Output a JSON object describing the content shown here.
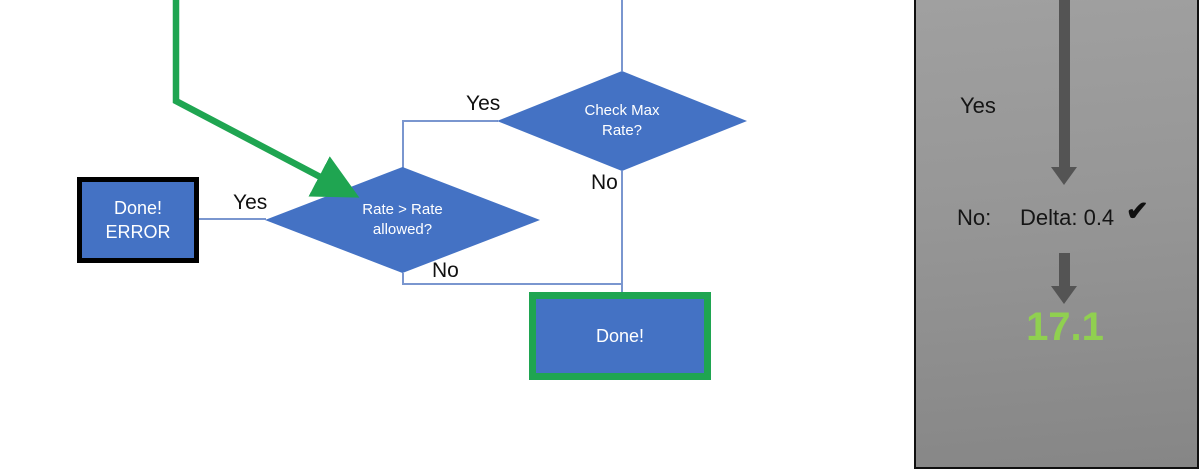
{
  "flowchart": {
    "decision_check_max": {
      "line1": "Check Max",
      "line2": "Rate?"
    },
    "decision_rate_allowed": {
      "line1": "Rate > Rate",
      "line2": "allowed?"
    },
    "box_done_error": {
      "line1": "Done!",
      "line2": "ERROR"
    },
    "box_done": {
      "label": "Done!"
    },
    "labels": {
      "yes_check_max": "Yes",
      "no_check_max": "No",
      "yes_rate": "Yes",
      "no_rate": "No"
    }
  },
  "panel": {
    "yes_label": "Yes",
    "no_label": "No:",
    "delta_label": "Delta: 0.4",
    "check_icon": "✔",
    "result_value": "17.1"
  },
  "colors": {
    "shape_blue": "#4472C4",
    "connector_blue": "#7a96cf",
    "green_accent": "#1FA551",
    "result_green": "#90D050",
    "arrow_gray": "#545454",
    "panel_gray": "#969696",
    "border_black": "#000000"
  }
}
